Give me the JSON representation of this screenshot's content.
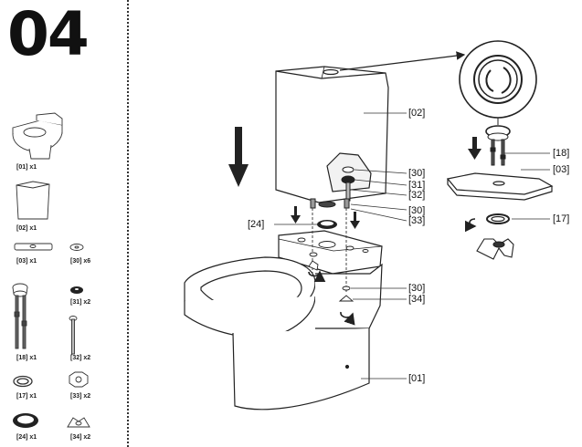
{
  "step_number": "04",
  "parts_list": [
    {
      "label": "[01] x1",
      "icon": "toilet-bowl-icon"
    },
    {
      "label": "[02] x1",
      "icon": "cistern-icon"
    },
    {
      "label": "[03] x1",
      "icon": "cistern-lid-icon"
    },
    {
      "label": "[30] x6",
      "icon": "washer-icon"
    },
    {
      "label": "[18] x1",
      "icon": "flush-valve-icon"
    },
    {
      "label": "[31] x2",
      "icon": "rubber-washer-icon"
    },
    {
      "label": "[32] x2",
      "icon": "bolt-icon"
    },
    {
      "label": "[17] x1",
      "icon": "lock-ring-icon"
    },
    {
      "label": "[33] x2",
      "icon": "hex-nut-icon"
    },
    {
      "label": "[24] x1",
      "icon": "gasket-ring-icon"
    },
    {
      "label": "[34] x2",
      "icon": "wing-nut-icon"
    }
  ],
  "callouts": {
    "c02": "[02]",
    "c30a": "[30]",
    "c31": "[31]",
    "c32": "[32]",
    "c30b": "[30]",
    "c33": "[33]",
    "c24": "[24]",
    "c30c": "[30]",
    "c34": "[34]",
    "c01": "[01]",
    "c18": "[18]",
    "c03": "[03]",
    "c17": "[17]"
  }
}
